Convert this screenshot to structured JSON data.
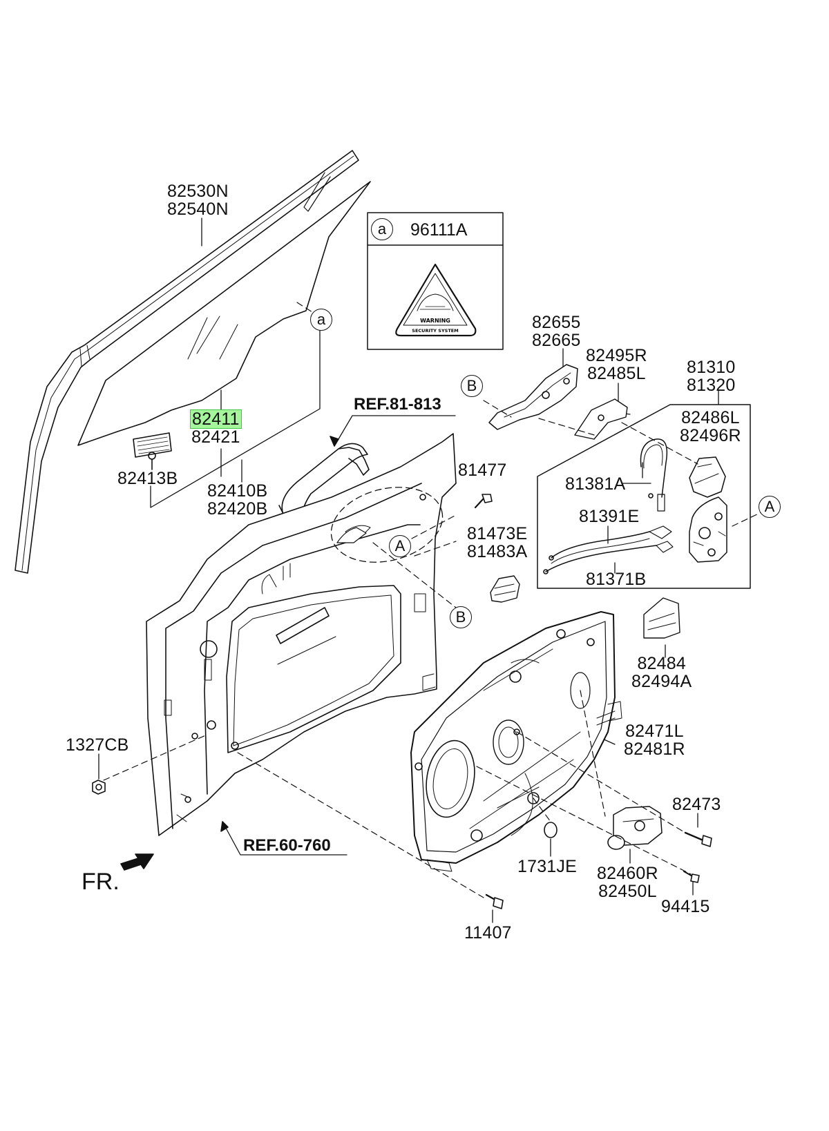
{
  "labels": {
    "p82530": [
      "82530N",
      "82540N"
    ],
    "p82411": [
      "82411",
      "82421"
    ],
    "p82413": [
      "82413B"
    ],
    "p82410": [
      "82410B",
      "82420B"
    ],
    "p82655": [
      "82655",
      "82665"
    ],
    "p82495": [
      "82495R",
      "82485L"
    ],
    "p81310": [
      "81310",
      "81320"
    ],
    "p82486": [
      "82486L",
      "82496R"
    ],
    "p81381": [
      "81381A"
    ],
    "p81391": [
      "81391E"
    ],
    "p81371": [
      "81371B"
    ],
    "p81477": [
      "81477"
    ],
    "p81473": [
      "81473E",
      "81483A"
    ],
    "p82484": [
      "82484",
      "82494A"
    ],
    "p82471": [
      "82471L",
      "82481R"
    ],
    "p1327": [
      "1327CB"
    ],
    "p82473": [
      "82473"
    ],
    "p1731": [
      "1731JE"
    ],
    "p82460": [
      "82460R",
      "82450L"
    ],
    "p94415": [
      "94415"
    ],
    "p11407": [
      "11407"
    ]
  },
  "highlighted_part": "82411",
  "refs": {
    "ref_81813": "REF.81-813",
    "ref_60760": "REF.60-760"
  },
  "callouts": {
    "a": "a",
    "A": "A",
    "B": "B"
  },
  "inset": {
    "key": "a",
    "part": "96111A",
    "warning_line1": "WARNING",
    "warning_line2": "SECURITY SYSTEM"
  },
  "direction": "FR.",
  "colors": {
    "line": "#111111",
    "highlight": "#a4f59c",
    "highlight_border": "#47c447"
  }
}
